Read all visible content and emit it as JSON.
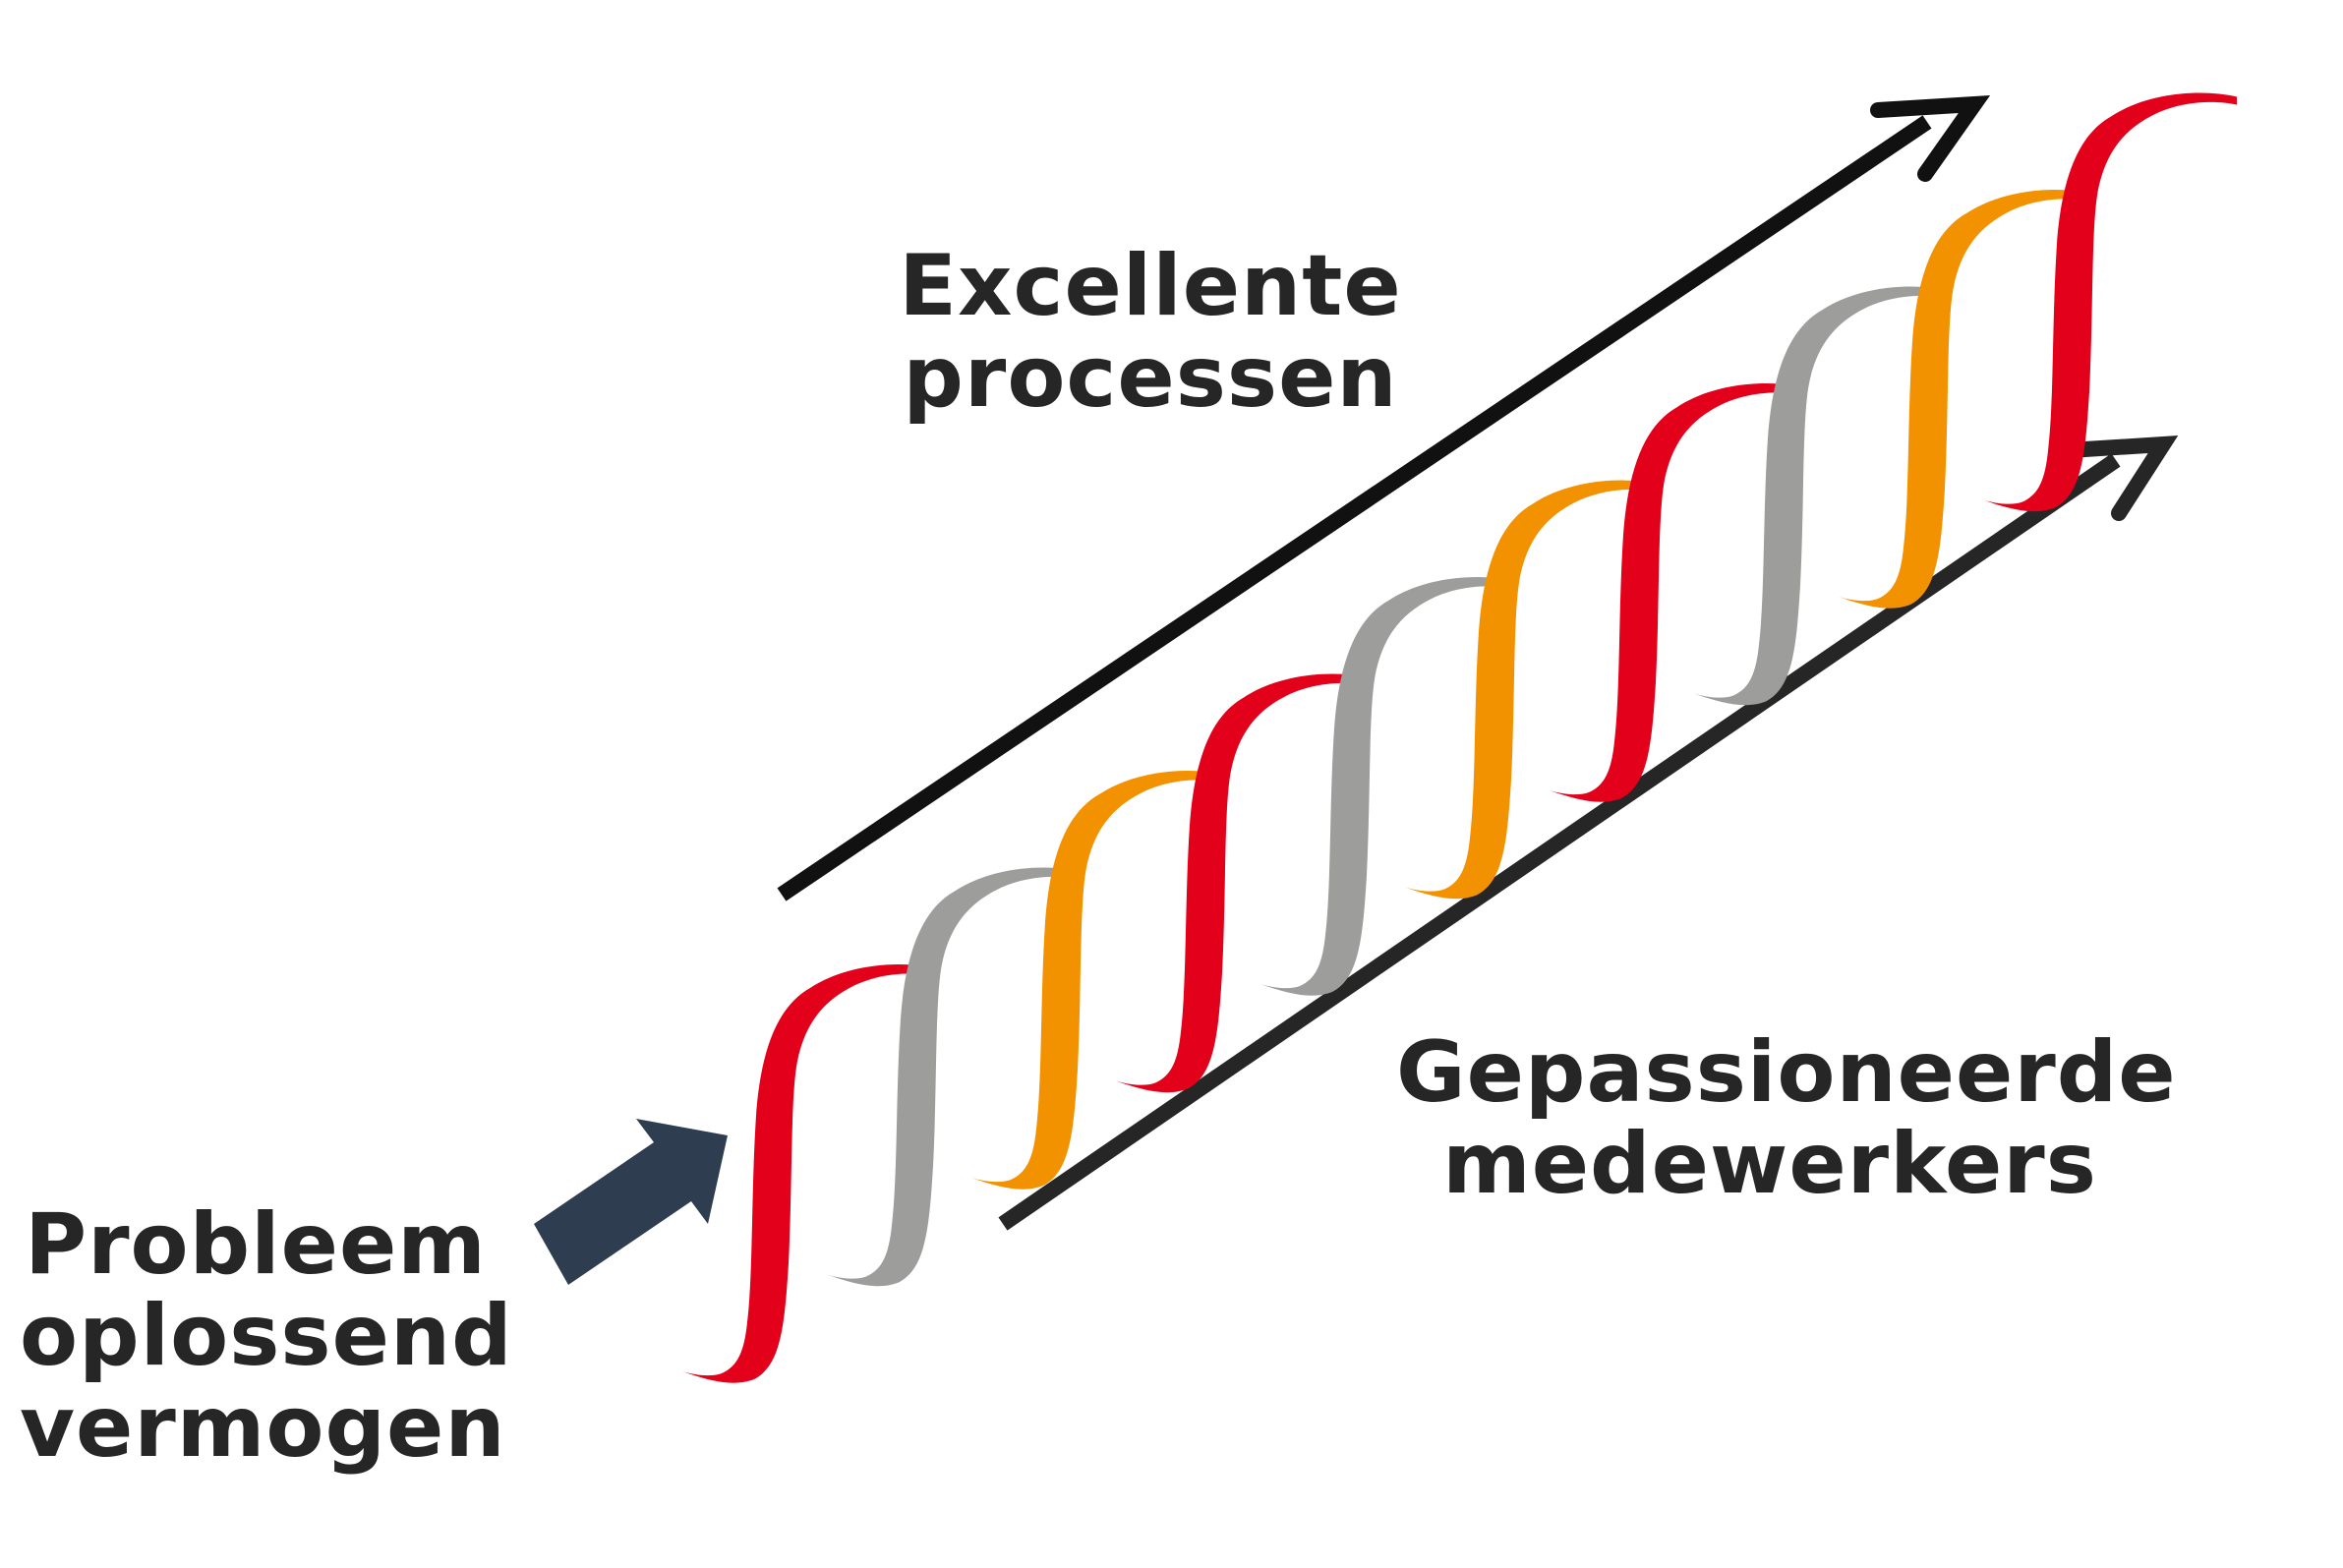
{
  "labels": {
    "top": [
      "Excellente",
      "processen"
    ],
    "bottom": [
      "Gepassioneerde",
      "medewerkers"
    ],
    "left": [
      "Probleem",
      "oplossend",
      "vermogen"
    ]
  },
  "colors": {
    "red": "#e2001a",
    "orange": "#f39200",
    "gray": "#9d9d9c",
    "arrow_top": "#111111",
    "arrow_bottom": "#262626",
    "arrow_left": "#2e3d4f",
    "text": "#262626"
  },
  "helix": {
    "strand_colors": [
      "red",
      "gray",
      "orange",
      "red",
      "gray",
      "orange",
      "red",
      "gray",
      "orange",
      "red"
    ]
  }
}
